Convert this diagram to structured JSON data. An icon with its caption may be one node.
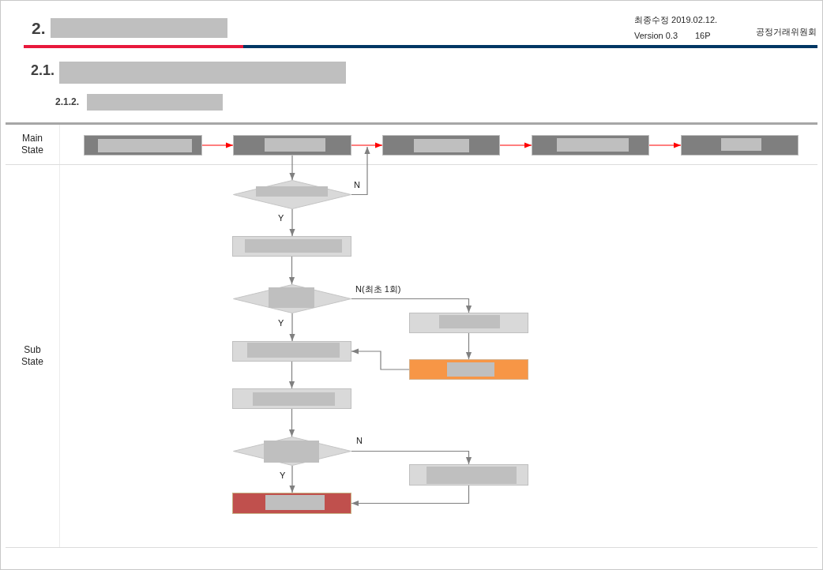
{
  "diagram": {
    "title": "2.",
    "nodes": [
      {
        "text": [
          "Main State"
        ]
      },
      {
        "text": [],
        "shape": "box",
        "in": 0
      },
      {
        "text": [],
        "shape": "box",
        "in": 0
      },
      {
        "text": [],
        "shape": "box",
        "in": 0
      },
      {
        "text": [],
        "shape": "box",
        "in": 0
      },
      {
        "text": [],
        "shape": "box",
        "in": 0
      },
      {
        "text": [
          "Sub State"
        ]
      },
      {
        "text": [],
        "shape": "diamond",
        "in": 6
      },
      {
        "text": [],
        "shape": "box",
        "in": 6
      },
      {
        "text": [],
        "shape": "diamond",
        "in": 6
      },
      {
        "text": [],
        "shape": "box",
        "in": 6
      },
      {
        "text": [],
        "shape": "box",
        "in": 6
      },
      {
        "text": [],
        "shape": "box",
        "in": 6
      },
      {
        "text": [],
        "shape": "box",
        "in": 6
      },
      {
        "text": [],
        "shape": "diamond",
        "in": 6
      },
      {
        "text": [],
        "shape": "box",
        "in": 6
      },
      {
        "text": [],
        "shape": "box",
        "in": 6
      }
    ],
    "edges": [
      {
        "from": 1,
        "to": 2,
        "arrow": "to",
        "color": "#ff0000"
      },
      {
        "from": 2,
        "to": 3,
        "arrow": "to",
        "color": "#ff0000"
      },
      {
        "from": 3,
        "to": 4,
        "arrow": "to",
        "color": "#ff0000"
      },
      {
        "from": 4,
        "to": 5,
        "arrow": "to",
        "color": "#ff0000"
      },
      {
        "from": 2,
        "to": 7,
        "arrow": "to"
      },
      {
        "from": 7,
        "to": 3,
        "arrow": "to",
        "label": "N"
      },
      {
        "from": 7,
        "to": 8,
        "arrow": "to",
        "label": "Y"
      },
      {
        "from": 8,
        "to": 9,
        "arrow": "to"
      },
      {
        "from": 9,
        "to": 10,
        "arrow": "to",
        "label": "N(최초 1회)"
      },
      {
        "from": 9,
        "to": 11,
        "arrow": "to",
        "label": "Y"
      },
      {
        "from": 10,
        "to": 12,
        "arrow": "to"
      },
      {
        "from": 12,
        "to": 11,
        "arrow": "to"
      },
      {
        "from": 11,
        "to": 13,
        "arrow": "to"
      },
      {
        "from": 13,
        "to": 14,
        "arrow": "to"
      },
      {
        "from": 14,
        "to": 15,
        "arrow": "to",
        "label": "N"
      },
      {
        "from": 14,
        "to": 16,
        "arrow": "to",
        "label": "Y"
      },
      {
        "from": 15,
        "to": 16,
        "arrow": "to"
      }
    ],
    "labels": [
      "최종수정 2019.02.12.",
      "Version 0.3",
      "16P",
      "공정거래위원회",
      "2.1.",
      "2.1.2."
    ]
  }
}
